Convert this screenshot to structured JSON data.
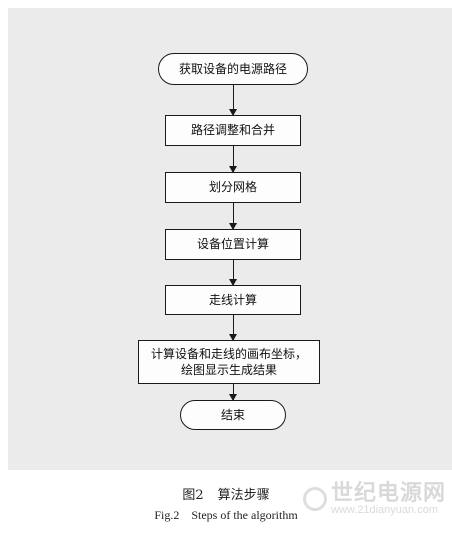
{
  "flowchart": {
    "start": "获取设备的电源路径",
    "step1": "路径调整和合并",
    "step2": "划分网格",
    "step3": "设备位置计算",
    "step4": "走线计算",
    "step5_line1": "计算设备和走线的画布坐标，",
    "step5_line2": "绘图显示生成结果",
    "end": "结束"
  },
  "caption": {
    "cn_number": "图2",
    "cn_title": "算法步骤",
    "en_number": "Fig.2",
    "en_title": "Steps of the algorithm"
  },
  "watermark": {
    "name": "世纪电源网",
    "url": "www.21dianyuan.com"
  }
}
